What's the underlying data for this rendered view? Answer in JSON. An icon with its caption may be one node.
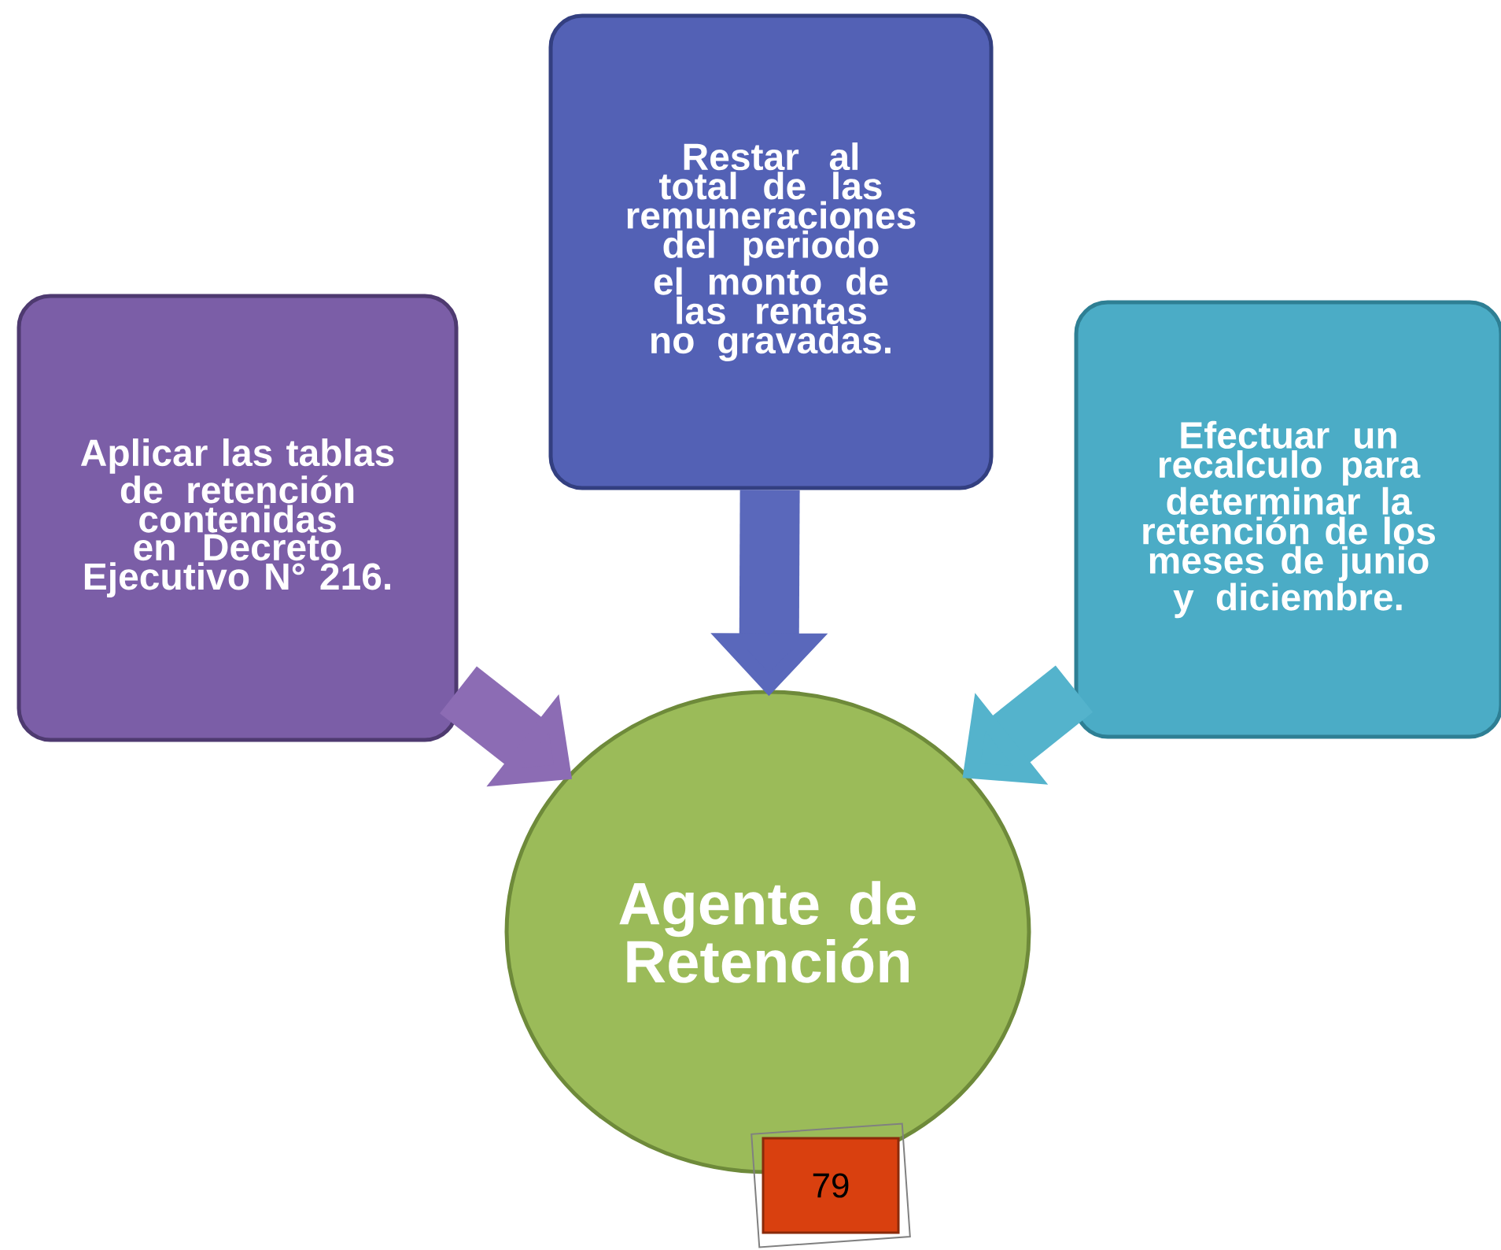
{
  "diagram": {
    "nodes": [
      {
        "text": [
          "Aplicar las tablas de retención contenidas en Decreto Ejecutivo N° 216."
        ]
      },
      {
        "text": [
          "Restar al total de las remuneraciones del periodo el monto de las rentas no gravadas."
        ]
      },
      {
        "text": [
          "Efectuar un recalculo para determinar la retención de los meses de junio y diciembre."
        ]
      },
      {
        "text": [
          "Agente de Retención"
        ]
      },
      {
        "text": [
          "79"
        ]
      }
    ],
    "edges": [
      {
        "from": 0,
        "to": 3,
        "arrow": "to",
        "color": "#8c6cb4"
      },
      {
        "from": 1,
        "to": 3,
        "arrow": "to",
        "color": "#5a68bb"
      },
      {
        "from": 2,
        "to": 3,
        "arrow": "to",
        "color": "#54b3cc"
      }
    ]
  }
}
